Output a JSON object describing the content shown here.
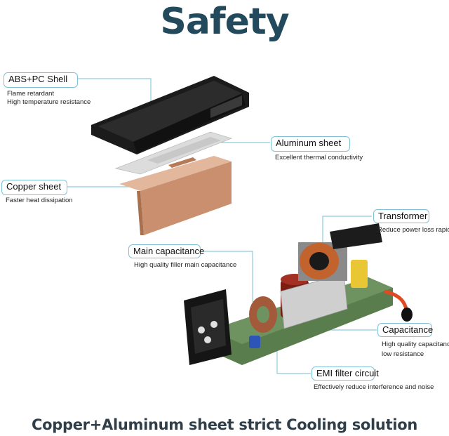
{
  "title": "Safety",
  "caption": "Copper+Aluminum sheet strict Cooling solution",
  "colors": {
    "title": "#234a5c",
    "callout_border": "#7fc2d6",
    "copper": "#c98f6e",
    "shell": "#1e1e1e",
    "aluminum": "#d9d9d9"
  },
  "callouts": {
    "abs": {
      "label": "ABS+PC Shell",
      "desc1": "Flame retardant",
      "desc2": "High temperature resistance"
    },
    "aluminum": {
      "label": "Aluminum sheet",
      "desc1": "Excellent thermal conductivity"
    },
    "copper": {
      "label": "Copper sheet",
      "desc1": "Faster heat dissipation"
    },
    "transformer": {
      "label": "Transformer",
      "desc1": "Reduce power loss rapidly"
    },
    "main_cap": {
      "label": "Main capacitance",
      "desc1": "High quality filler main capacitance"
    },
    "capacitance": {
      "label": "Capacitance",
      "desc1": "High quality capacitance,",
      "desc2": "low resistance"
    },
    "emi": {
      "label": "EMI filter circuit",
      "desc1": "Effectively reduce interference and noise"
    }
  }
}
